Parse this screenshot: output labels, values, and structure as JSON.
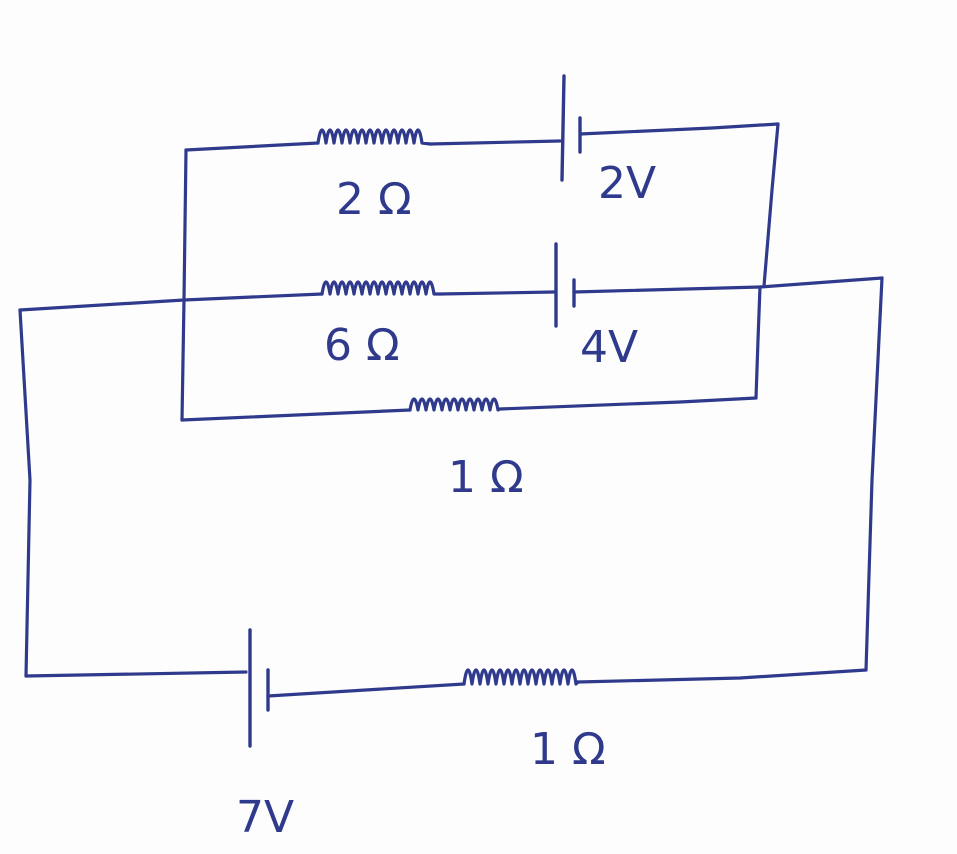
{
  "circuit": {
    "ink_color": "#2f3a8c",
    "background_color": "#fdfdfd",
    "branches": {
      "top": {
        "resistor_label": "2 Ω",
        "battery_label": "2V"
      },
      "middle": {
        "resistor_label": "6 Ω",
        "battery_label": "4V"
      },
      "lower": {
        "resistor_label": "1 Ω"
      }
    },
    "outer_loop": {
      "battery_label": "7V",
      "resistor_label": "1 Ω"
    }
  }
}
